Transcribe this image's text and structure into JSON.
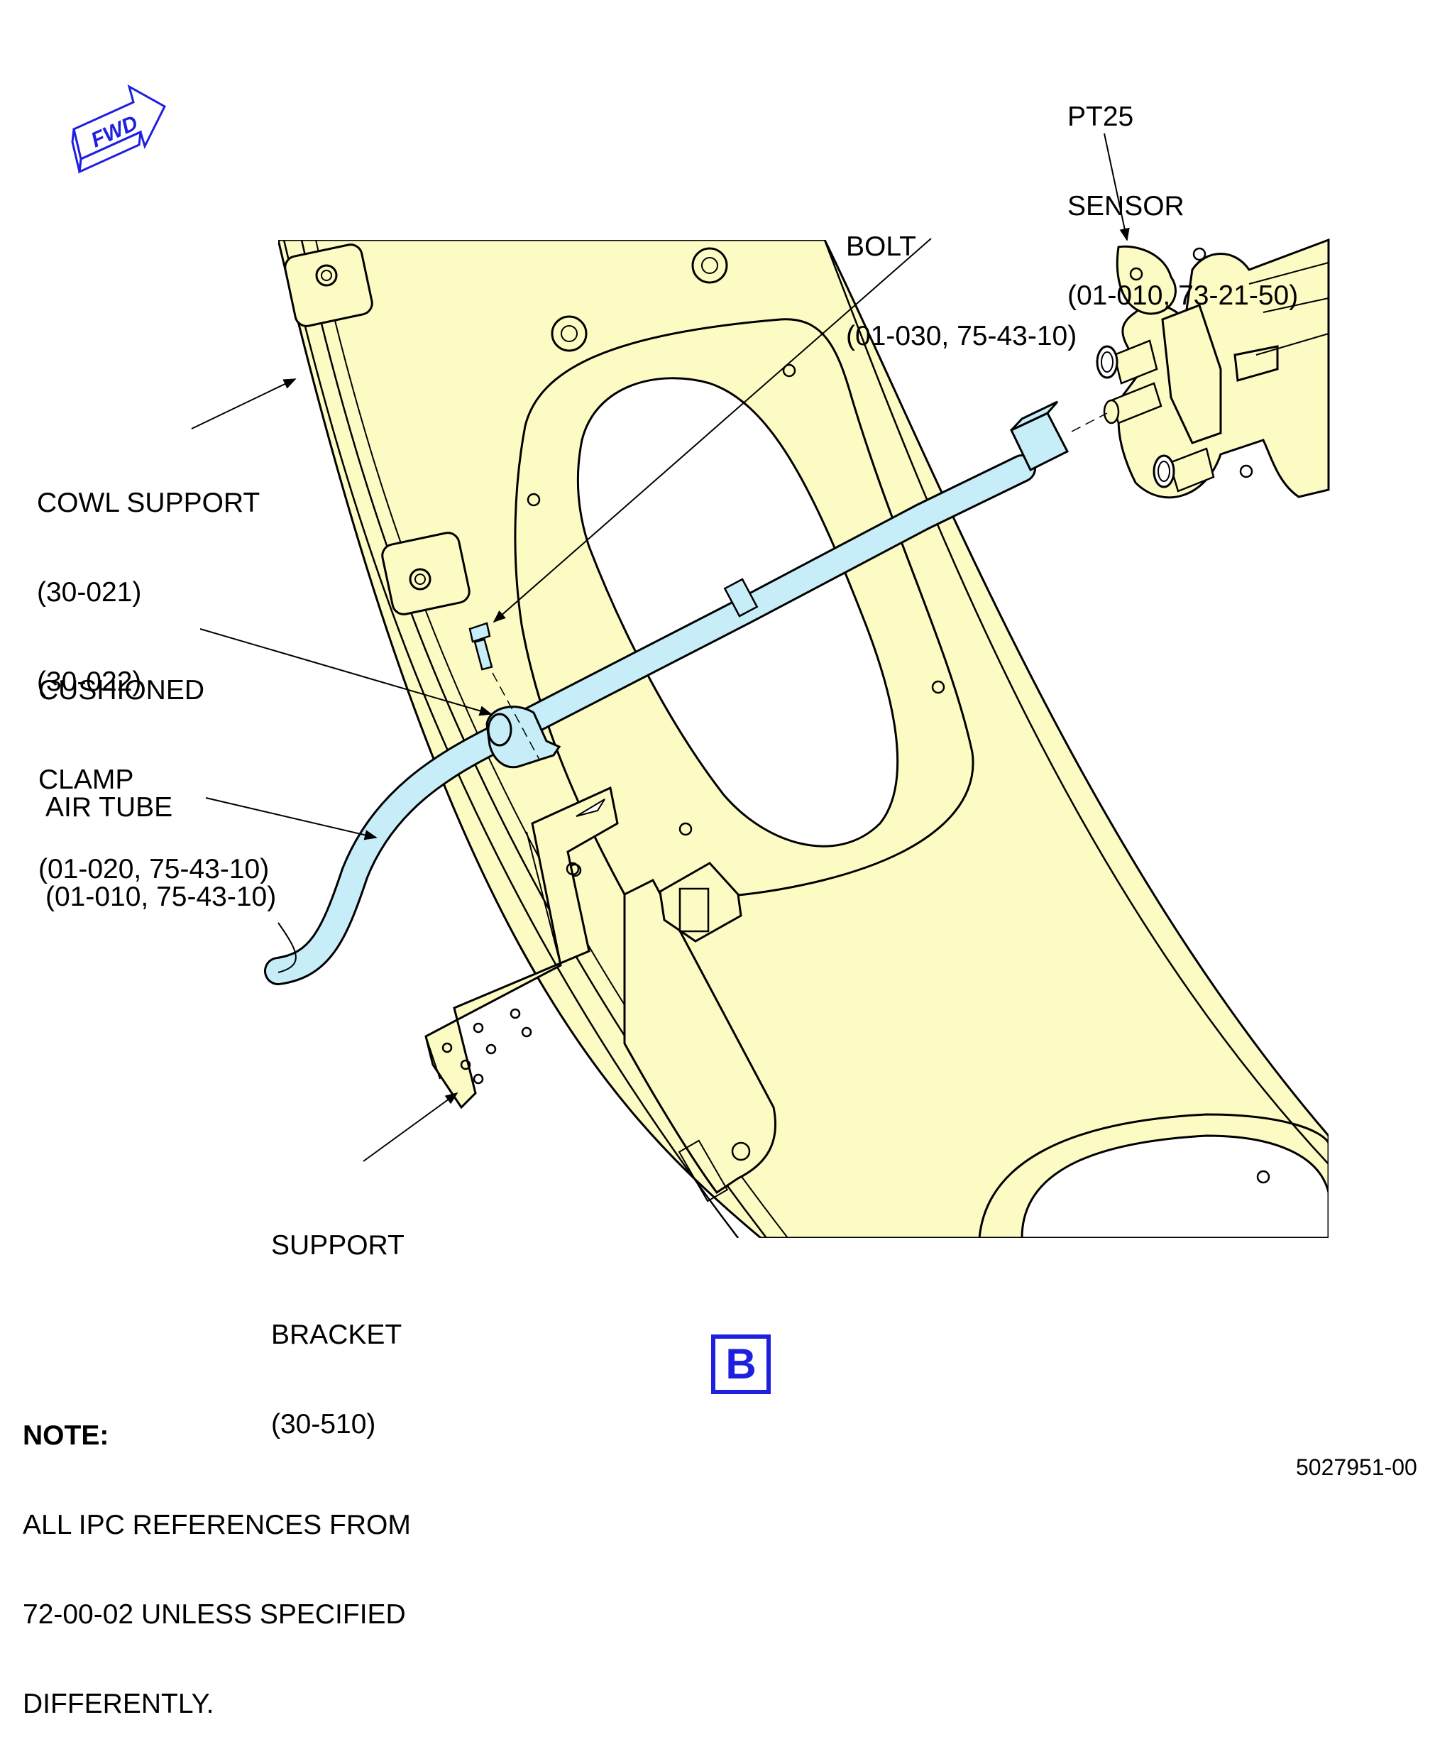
{
  "fwd_indicator": {
    "text": "FWD",
    "color": "#1f1fe0"
  },
  "labels": {
    "pt25_sensor": [
      "PT25",
      "SENSOR",
      "(01-010, 73-21-50)"
    ],
    "bolt": [
      "BOLT",
      "(01-030, 75-43-10)"
    ],
    "cowl_support": [
      "COWL SUPPORT",
      "(30-021)",
      "(30-022)"
    ],
    "cushioned_clamp": [
      "CUSHIONED",
      "CLAMP",
      "(01-020, 75-43-10)"
    ],
    "air_tube": [
      "AIR TUBE",
      "(01-010, 75-43-10)"
    ],
    "support_bracket": [
      "SUPPORT",
      "BRACKET",
      "(30-510)"
    ]
  },
  "view_letter": "B",
  "note": {
    "title": "NOTE:",
    "lines": [
      "ALL IPC REFERENCES FROM",
      "72-00-02 UNLESS SPECIFIED",
      "DIFFERENTLY."
    ]
  },
  "figure_number": "5027951-00",
  "colors": {
    "part_fill": "#fdfbc4",
    "tube_fill": "#c7eef8",
    "accent": "#1f1fe0",
    "line": "#000000"
  }
}
